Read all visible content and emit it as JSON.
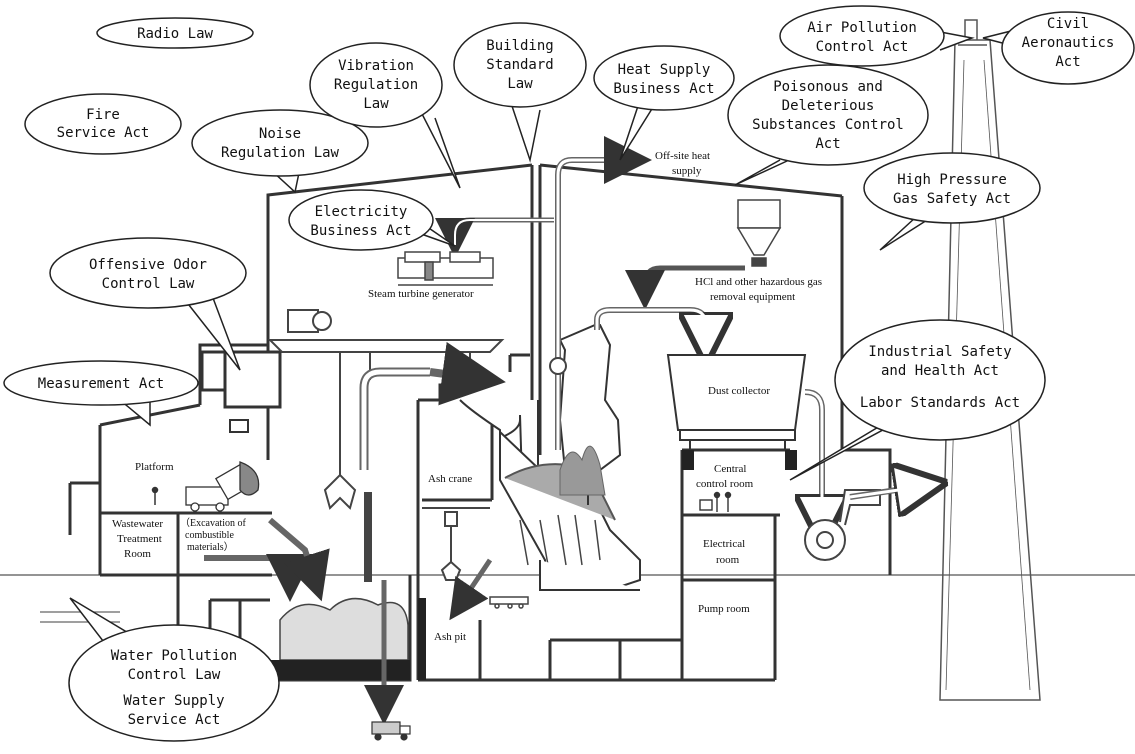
{
  "laws": {
    "radio_law": [
      "Radio Law"
    ],
    "fire_service_act": [
      "Fire",
      "Service Act"
    ],
    "noise_regulation_law": [
      "Noise",
      "Regulation Law"
    ],
    "vibration_regulation_law": [
      "Vibration",
      "Regulation",
      "Law"
    ],
    "building_standard_law": [
      "Building",
      "Standard",
      "Law"
    ],
    "heat_supply_business_act": [
      "Heat Supply",
      "Business Act"
    ],
    "poisonous_substances_act": [
      "Poisonous and",
      "Deleterious",
      "Substances Control",
      "Act"
    ],
    "air_pollution_control_act": [
      "Air Pollution",
      "Control Act"
    ],
    "civil_aeronautics_act": [
      "Civil",
      "Aeronautics",
      "Act"
    ],
    "high_pressure_gas_safety_act": [
      "High Pressure",
      "Gas Safety Act"
    ],
    "electricity_business_act": [
      "Electricity",
      "Business Act"
    ],
    "offensive_odor_control_law": [
      "Offensive Odor",
      "Control Law"
    ],
    "measurement_act": [
      "Measurement Act"
    ],
    "industrial_safety_health_act": [
      "Industrial Safety",
      "and Health Act"
    ],
    "labor_standards_act": [
      "Labor Standards Act"
    ],
    "water_pollution_control_law": [
      "Water Pollution",
      "Control Law"
    ],
    "water_supply_service_act": [
      "Water Supply",
      "Service Act"
    ]
  },
  "facility_labels": {
    "offsite_heat_supply": [
      "Off-site heat",
      "supply"
    ],
    "steam_turbine_generator": [
      "Steam turbine generator"
    ],
    "hcl_removal_equipment": [
      "HCl and other hazardous gas",
      "removal equipment"
    ],
    "dust_collector": [
      "Dust collector"
    ],
    "central_control_room": [
      "Central",
      "control room"
    ],
    "electrical_room": [
      "Electrical",
      "room"
    ],
    "pump_room": [
      "Pump room"
    ],
    "platform": [
      "Platform"
    ],
    "wastewater_treatment_room": [
      "Wastewater",
      "Treatment",
      "Room"
    ],
    "excavation": [
      "（Excavation of",
      "combustible",
      "materials）"
    ],
    "ash_crane": [
      "Ash crane"
    ],
    "ash_pit": [
      "Ash pit"
    ]
  }
}
